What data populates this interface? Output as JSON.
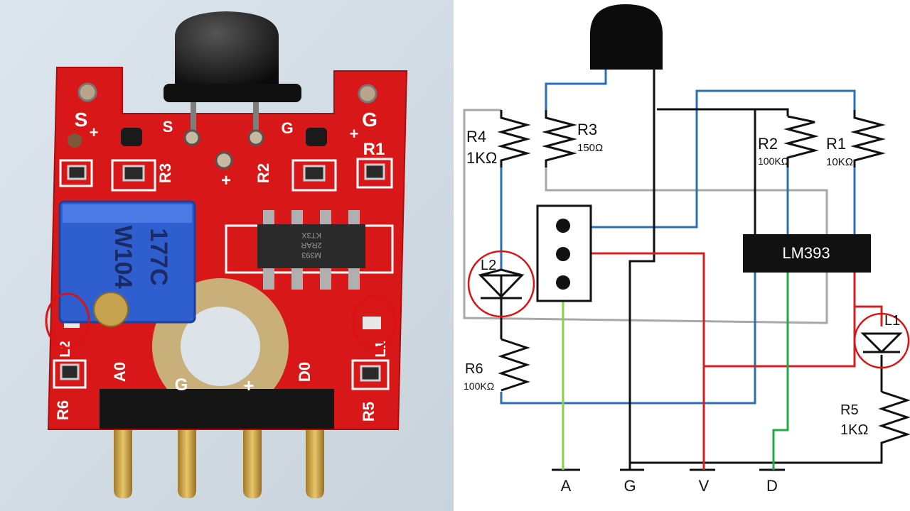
{
  "board": {
    "silk": {
      "s_left": "S",
      "g_right": "G",
      "plus_left": "+",
      "plus_right": "+",
      "s_mid": "S",
      "g_mid": "G",
      "r1": "R1",
      "r2": "R2",
      "r3": "R3",
      "plus_mid": "+",
      "l1": "L1",
      "l2": "L2",
      "r6": "R6",
      "r5": "R5",
      "a0": "A0",
      "g": "G",
      "plus": "+",
      "d0": "D0"
    },
    "pot_text_1": "W104",
    "pot_text_2": "177C",
    "ic_text_1": "M393",
    "ic_text_2": "2RAR",
    "ic_text_3": "KT3X"
  },
  "schematic": {
    "r4": {
      "name": "R4",
      "value": "1KΩ"
    },
    "r3": {
      "name": "R3",
      "value": "150Ω"
    },
    "r2": {
      "name": "R2",
      "value": "100KΩ"
    },
    "r1": {
      "name": "R1",
      "value": "10KΩ"
    },
    "r6": {
      "name": "R6",
      "value": "100KΩ"
    },
    "r5": {
      "name": "R5",
      "value": "1KΩ"
    },
    "l1": "L1",
    "l2": "L2",
    "ic": "LM393",
    "pins": [
      "A",
      "G",
      "V",
      "D"
    ],
    "wire_colors": {
      "blue": "#2a6fb5",
      "red": "#d42020",
      "green": "#5cc04a",
      "gray": "#a8a8a8",
      "black": "#111111",
      "highlight": "#dd1111"
    }
  }
}
